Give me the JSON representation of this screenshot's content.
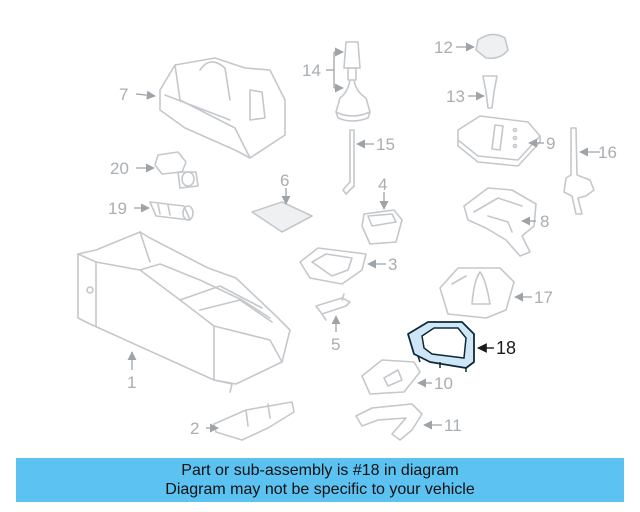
{
  "callouts": {
    "c1": "1",
    "c2": "2",
    "c3": "3",
    "c4": "4",
    "c5": "5",
    "c6": "6",
    "c7": "7",
    "c8": "8",
    "c9": "9",
    "c10": "10",
    "c11": "11",
    "c12": "12",
    "c13": "13",
    "c14": "14",
    "c15": "15",
    "c16": "16",
    "c17": "17",
    "c18": "18",
    "c19": "19",
    "c20": "20"
  },
  "highlighted_part": "18",
  "colors": {
    "banner_bg": "#5bc2f2",
    "highlight_fill": "#cfe6f7",
    "highlight_stroke": "#0d2a3a",
    "ghost_stroke": "#c4c8cc"
  },
  "banner": {
    "line1": "Part or sub-assembly is #18 in diagram",
    "line2": "Diagram may not be specific to your vehicle"
  }
}
